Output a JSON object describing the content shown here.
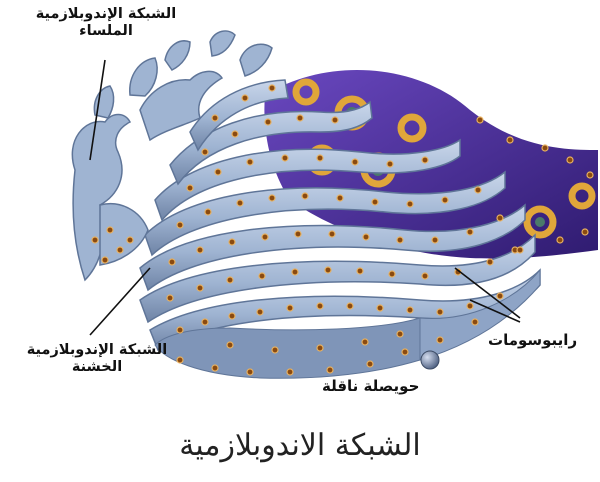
{
  "labels": {
    "smooth_er": [
      "الشبكة الإندوبلازمية",
      "الملساء"
    ],
    "rough_er": [
      "الشبكة الإندوبلازمية",
      "الخشنة"
    ],
    "ribosomes": "رايبوسومات",
    "transport_vesicle": "حويصلة ناقلة"
  },
  "caption": "الشبكة الاندوبلازمية",
  "colors": {
    "membrane": "#9fb4d2",
    "membrane_dark": "#5f7598",
    "nucleus": "#4b2e9a",
    "pore": "#e0a63a",
    "ribosome": "#8a4a10"
  }
}
